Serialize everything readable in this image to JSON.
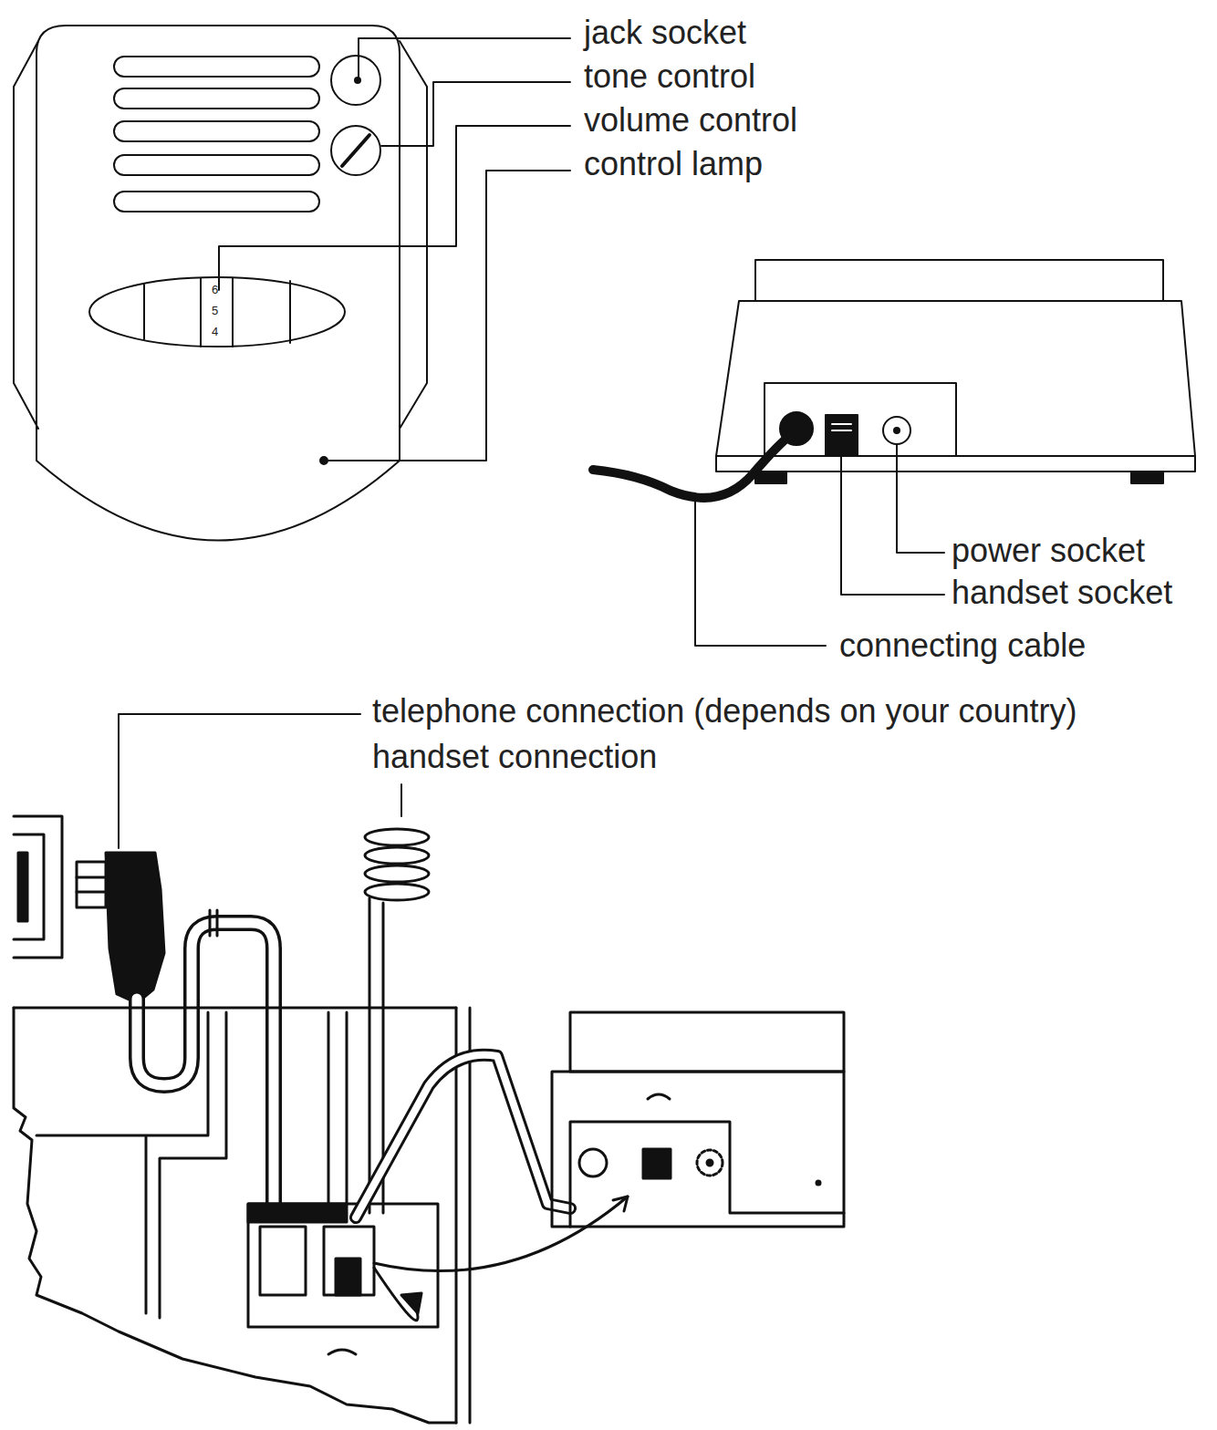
{
  "diagram": {
    "labels": [
      "jack socket",
      "tone control",
      "volume control",
      "control lamp",
      "6",
      "5",
      "4",
      "power socket",
      "handset socket",
      "connecting cable",
      "telephone connection (depends on your country)",
      "handset connection"
    ]
  }
}
